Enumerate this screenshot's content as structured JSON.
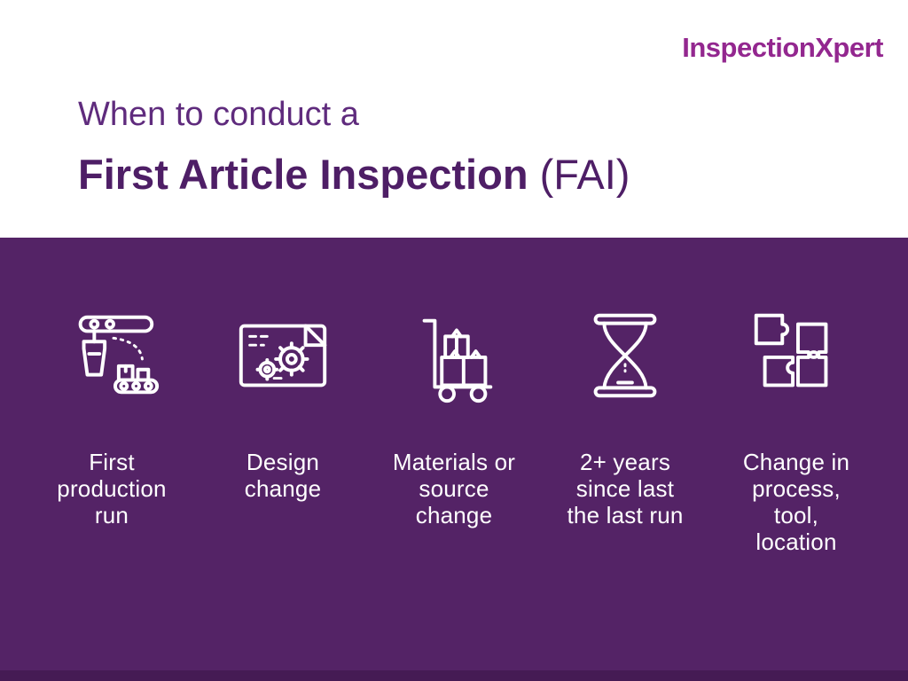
{
  "brand": {
    "name": "InspectionXpert"
  },
  "header": {
    "intro": "When to conduct a",
    "title_bold": "First Article Inspection",
    "title_suffix": " (FAI)"
  },
  "colors": {
    "brand_magenta": "#93278F",
    "heading_intro_purple": "#5F2B7D",
    "heading_title_purple": "#4E1E66",
    "panel_purple": "#542366",
    "footer_purple": "#451B54",
    "icon_and_label_white": "#FFFFFF"
  },
  "items": [
    {
      "icon": "conveyor-production-icon",
      "label": "First\nproduction\nrun"
    },
    {
      "icon": "design-blueprint-gear-icon",
      "label": "Design\nchange"
    },
    {
      "icon": "materials-hand-truck-icon",
      "label": "Materials or\nsource\nchange"
    },
    {
      "icon": "hourglass-icon",
      "label": "2+ years\nsince last\nthe last run"
    },
    {
      "icon": "puzzle-pieces-icon",
      "label": "Change in\nprocess,\ntool,\nlocation"
    }
  ]
}
